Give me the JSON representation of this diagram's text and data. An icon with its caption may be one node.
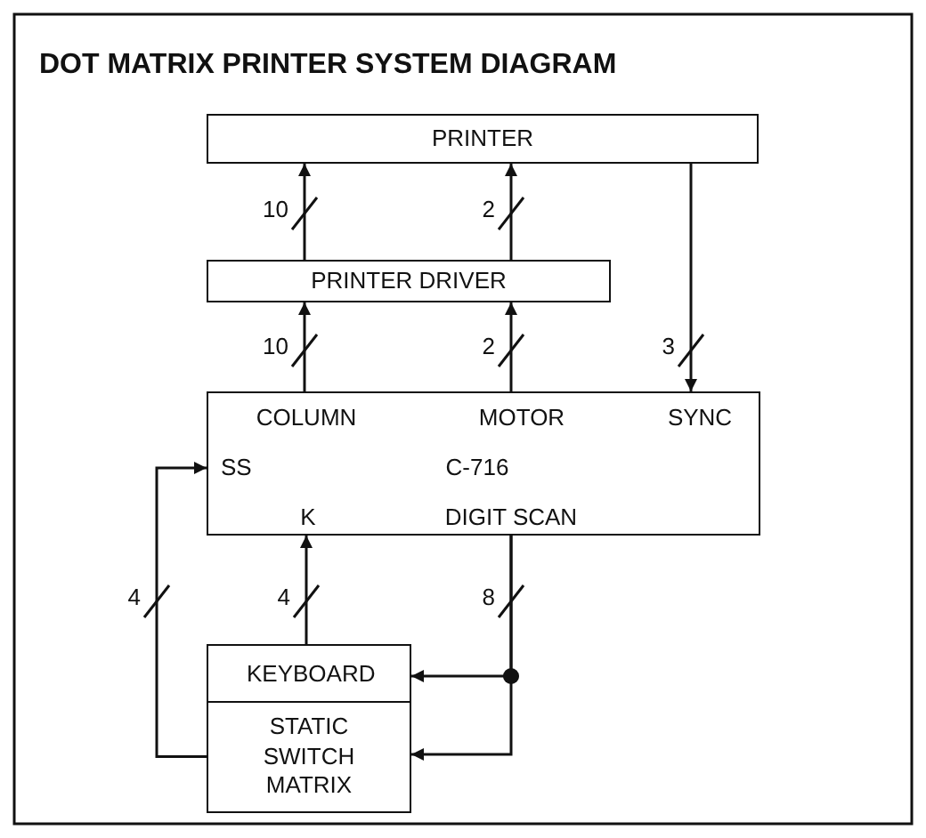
{
  "diagram": {
    "title": "DOT MATRIX PRINTER SYSTEM DIAGRAM",
    "nodes": [
      {
        "text": [
          "PRINTER"
        ]
      },
      {
        "text": [
          "PRINTER DRIVER"
        ]
      },
      {
        "text": [
          "COLUMN",
          "MOTOR",
          "SYNC",
          "SS",
          "C-716",
          "K",
          "DIGIT SCAN"
        ]
      },
      {
        "text": [
          "KEYBOARD"
        ]
      },
      {
        "text": [
          "STATIC SWITCH MATRIX"
        ]
      }
    ],
    "edges": [
      {
        "from": 1,
        "to": 0,
        "arrow": "to",
        "label": "10"
      },
      {
        "from": 1,
        "to": 0,
        "arrow": "to",
        "label": "2"
      },
      {
        "from": 2,
        "to": 1,
        "arrow": "to",
        "label": "10"
      },
      {
        "from": 2,
        "to": 1,
        "arrow": "to",
        "label": "2"
      },
      {
        "from": 0,
        "to": 2,
        "arrow": "to",
        "label": "3"
      },
      {
        "from": 4,
        "to": 2,
        "arrow": "to",
        "label": "4"
      },
      {
        "from": 3,
        "to": 2,
        "arrow": "to",
        "label": "4"
      },
      {
        "from": 2,
        "to": 3,
        "arrow": "to",
        "label": "8"
      },
      {
        "from": 2,
        "to": 4,
        "arrow": "to"
      }
    ]
  }
}
